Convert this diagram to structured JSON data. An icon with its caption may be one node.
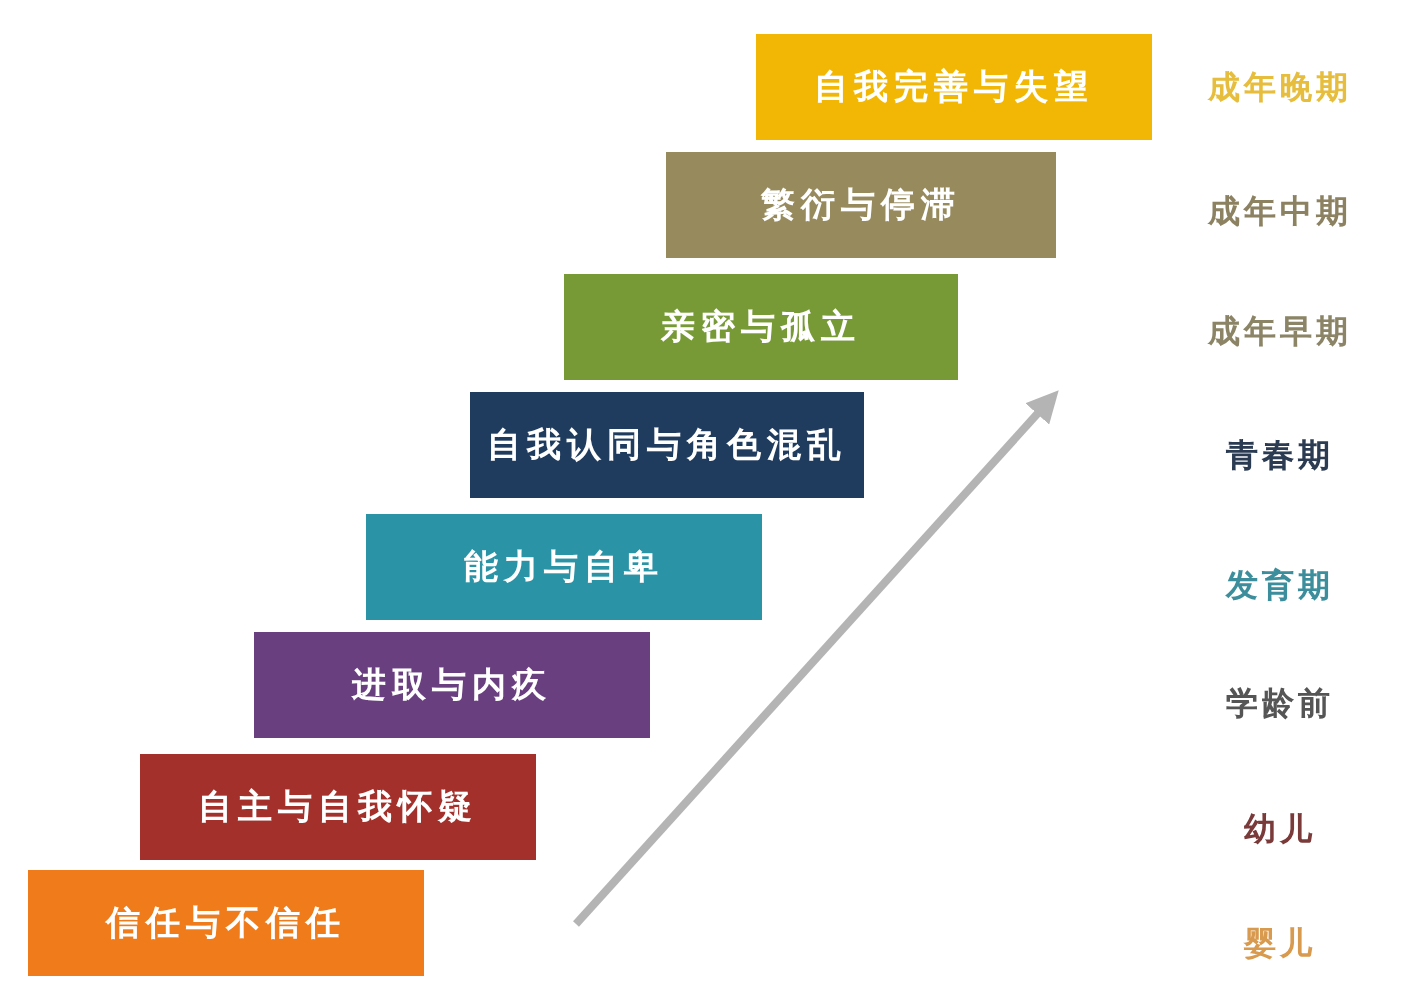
{
  "diagram": {
    "nodes": [
      {
        "text": [
          "自我完善与失望"
        ]
      },
      {
        "text": [
          "繁衍与停滞"
        ]
      },
      {
        "text": [
          "亲密与孤立"
        ]
      },
      {
        "text": [
          "自我认同与角色混乱"
        ]
      },
      {
        "text": [
          "能力与自卑"
        ]
      },
      {
        "text": [
          "进取与内疚"
        ]
      },
      {
        "text": [
          "自主与自我怀疑"
        ]
      },
      {
        "text": [
          "信任与不信任"
        ]
      }
    ],
    "labels": [
      "成年晚期",
      "成年中期",
      "成年早期",
      "青春期",
      "发育期",
      "学龄前",
      "幼儿",
      "婴儿"
    ]
  }
}
